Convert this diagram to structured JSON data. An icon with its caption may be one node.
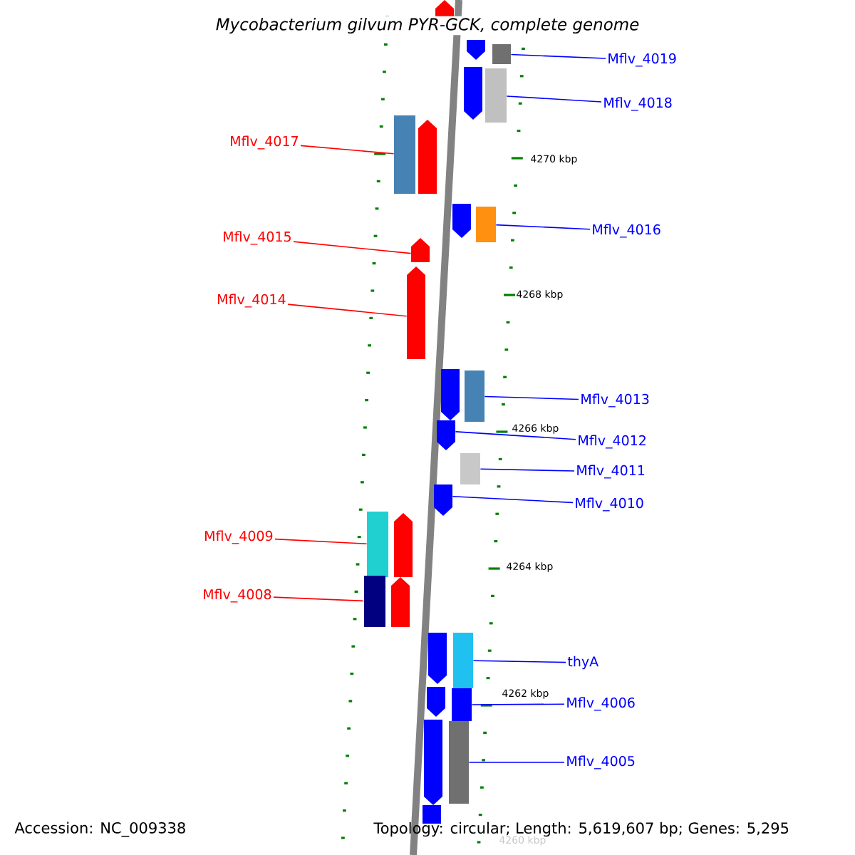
{
  "diagram": {
    "title": "Mycobacterium gilvum PYR-GCK, complete genome",
    "nodes": [
      {
        "text": [
          "Mflv_4019"
        ]
      },
      {
        "text": [
          "Mflv_4018"
        ]
      },
      {
        "text": [
          "Mflv_4017"
        ]
      },
      {
        "text": [
          "Mflv_4016"
        ]
      },
      {
        "text": [
          "Mflv_4015"
        ]
      },
      {
        "text": [
          "Mflv_4014"
        ]
      },
      {
        "text": [
          "Mflv_4013"
        ]
      },
      {
        "text": [
          "Mflv_4012"
        ]
      },
      {
        "text": [
          "Mflv_4011"
        ]
      },
      {
        "text": [
          "Mflv_4010"
        ]
      },
      {
        "text": [
          "Mflv_4009"
        ]
      },
      {
        "text": [
          "Mflv_4008"
        ]
      },
      {
        "text": [
          "thyA"
        ]
      },
      {
        "text": [
          "Mflv_4006"
        ]
      },
      {
        "text": [
          "Mflv_4005"
        ]
      },
      {
        "text": [],
        "shape": "box"
      },
      {
        "text": [],
        "shape": "box"
      },
      {
        "text": [],
        "shape": "box"
      },
      {
        "text": [],
        "shape": "box"
      },
      {
        "text": [],
        "shape": "pentagon"
      },
      {
        "text": [],
        "shape": "pentagon"
      },
      {
        "text": [],
        "shape": "box"
      },
      {
        "text": [],
        "shape": "pentagon"
      },
      {
        "text": [],
        "shape": "box"
      },
      {
        "text": [],
        "shape": "pentagon"
      },
      {
        "text": [],
        "shape": "box"
      },
      {
        "text": [],
        "shape": "box"
      },
      {
        "text": [],
        "shape": "box"
      },
      {
        "text": [],
        "shape": "box"
      },
      {
        "text": [],
        "shape": "box"
      }
    ],
    "edges": [
      {
        "from": 0,
        "to": 15,
        "arrow": "none"
      },
      {
        "from": 1,
        "to": 16,
        "arrow": "none"
      },
      {
        "from": 2,
        "to": 17,
        "arrow": "none",
        "color": "#ff0000"
      },
      {
        "from": 3,
        "to": 18,
        "arrow": "none"
      },
      {
        "from": 4,
        "to": 19,
        "arrow": "none",
        "color": "#ff0000"
      },
      {
        "from": 5,
        "to": 20,
        "arrow": "none",
        "color": "#ff0000"
      },
      {
        "from": 6,
        "to": 21,
        "arrow": "none"
      },
      {
        "from": 7,
        "to": 22,
        "arrow": "none"
      },
      {
        "from": 8,
        "to": 23,
        "arrow": "none"
      },
      {
        "from": 9,
        "to": 24,
        "arrow": "none"
      },
      {
        "from": 10,
        "to": 25,
        "arrow": "none",
        "color": "#ff0000"
      },
      {
        "from": 11,
        "to": 26,
        "arrow": "none",
        "color": "#ff0000"
      },
      {
        "from": 12,
        "to": 27,
        "arrow": "none"
      },
      {
        "from": 13,
        "to": 28,
        "arrow": "none"
      },
      {
        "from": 14,
        "to": 29,
        "arrow": "none"
      }
    ],
    "labels": [
      "4270 kbp",
      "4268 kbp",
      "4266 kbp",
      "4264 kbp",
      "4262 kbp",
      "4260 kbp",
      "Accession: NC_009338",
      "Topology: circular; Length: 5,619,607 bp; Genes: 5,295"
    ]
  }
}
